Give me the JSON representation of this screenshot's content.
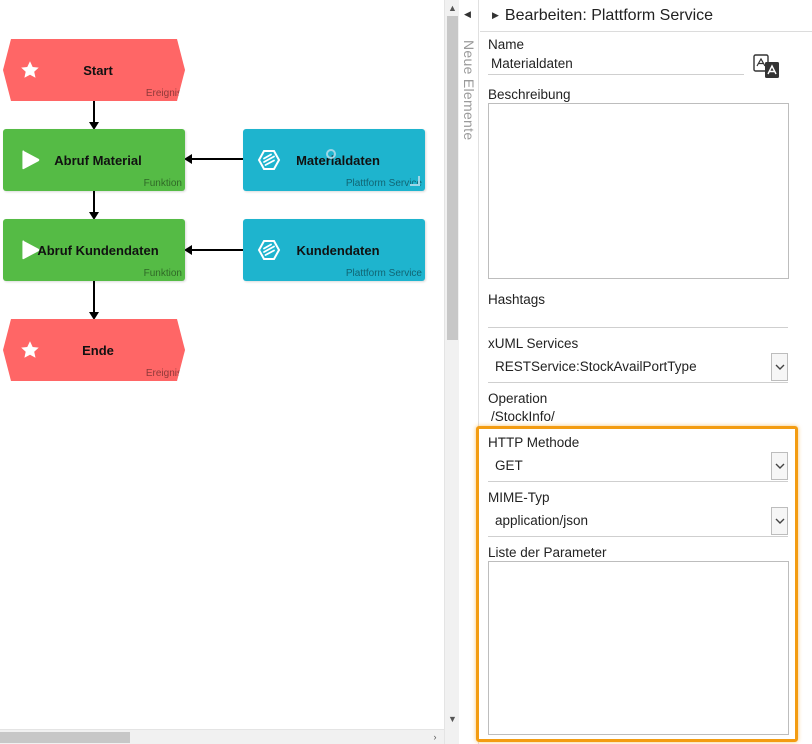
{
  "canvas": {
    "nodes": [
      {
        "id": "start",
        "label": "Start",
        "type": "Ereignis",
        "kind": "event",
        "icon": "star-icon"
      },
      {
        "id": "abruf-material",
        "label": "Abruf Material",
        "type": "Funktion",
        "kind": "function",
        "icon": "play-icon"
      },
      {
        "id": "materialdaten",
        "label": "Materialdaten",
        "type": "Plattform Service",
        "kind": "service",
        "icon": "platform-service-icon"
      },
      {
        "id": "abruf-kundendaten",
        "label": "Abruf Kundendaten",
        "type": "Funktion",
        "kind": "function",
        "icon": "play-icon"
      },
      {
        "id": "kundendaten",
        "label": "Kundendaten",
        "type": "Plattform Service",
        "kind": "service",
        "icon": "platform-service-icon"
      },
      {
        "id": "ende",
        "label": "Ende",
        "type": "Ereignis",
        "kind": "event",
        "icon": "star-icon"
      }
    ],
    "colors": {
      "event": "#ff6666",
      "function": "#55bb45",
      "service": "#1eb4ce",
      "highlight": "#f39c12"
    }
  },
  "strip": {
    "label": "Neue Elemente"
  },
  "panel": {
    "header": "Bearbeiten: Plattform Service",
    "name_label": "Name",
    "name_value": "Materialdaten",
    "beschreibung_label": "Beschreibung",
    "hashtags_label": "Hashtags",
    "xuml_label": "xUML Services",
    "xuml_value": "RESTService:StockAvailPortType",
    "operation_label": "Operation",
    "operation_value": "/StockInfo/",
    "http_label": "HTTP Methode",
    "http_value": "GET",
    "mime_label": "MIME-Typ",
    "mime_value": "application/json",
    "params_label": "Liste der Parameter"
  }
}
